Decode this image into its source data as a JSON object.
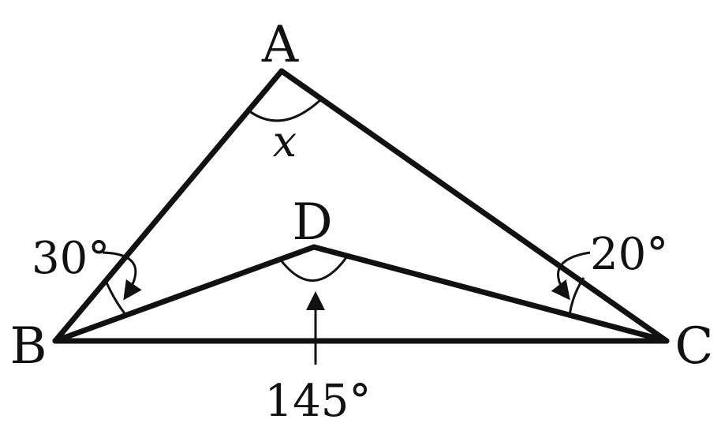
{
  "diagram": {
    "vertices": {
      "A": "A",
      "B": "B",
      "C": "C",
      "D": "D"
    },
    "angles": {
      "x_label": "x",
      "angle_abd": "30°",
      "angle_acd": "20°",
      "angle_bdc": "145°"
    },
    "colors": {
      "stroke": "#111111",
      "background": "#ffffff"
    }
  }
}
